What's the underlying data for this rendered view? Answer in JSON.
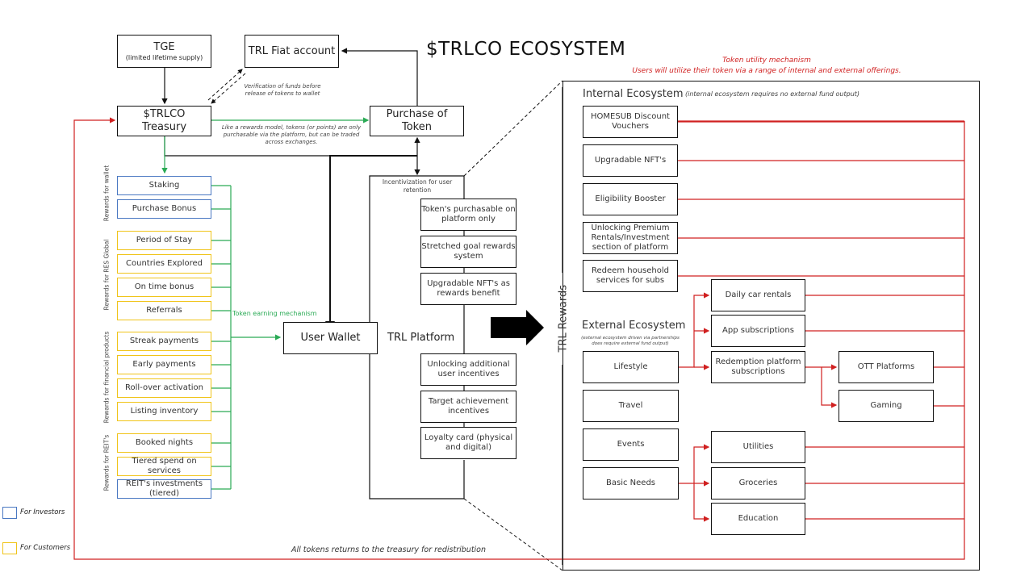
{
  "title": "$TRLCO ECOSYSTEM",
  "colors": {
    "investor": "#4a78c2",
    "customer": "#f0c419",
    "earning": "#2aaa55",
    "utility": "#d02020",
    "line": "#111111"
  },
  "top": {
    "tge": {
      "title": "TGE",
      "subtitle": "(limited lifetime supply)"
    },
    "fiat": "TRL Fiat account",
    "treasury": {
      "line1": "$TRLCO",
      "line2": "Treasury"
    },
    "purchase": {
      "line1": "Purchase of",
      "line2": "Token"
    },
    "verification_note": "Verification of funds before release of tokens to wallet",
    "rewards_note": "Like a rewards model, tokens (or points) are only purchasable via the platform, but can be traded across exchanges."
  },
  "earning": {
    "mechanism_label": "Token earning mechanism",
    "groups": [
      {
        "label": "Rewards for wallet",
        "items": [
          {
            "label": "Staking",
            "type": "investor"
          },
          {
            "label": "Purchase Bonus",
            "type": "investor"
          }
        ]
      },
      {
        "label": "Rewards for RES Global",
        "items": [
          {
            "label": "Period of Stay",
            "type": "customer"
          },
          {
            "label": "Countries Explored",
            "type": "customer"
          },
          {
            "label": "On time bonus",
            "type": "customer"
          },
          {
            "label": "Referrals",
            "type": "customer"
          }
        ]
      },
      {
        "label": "Rewards for financial products",
        "items": [
          {
            "label": "Streak payments",
            "type": "customer"
          },
          {
            "label": "Early payments",
            "type": "customer"
          },
          {
            "label": "Roll-over activation",
            "type": "customer"
          },
          {
            "label": "Listing inventory",
            "type": "customer"
          }
        ]
      },
      {
        "label": "Rewards for REIT's",
        "items": [
          {
            "label": "Booked nights",
            "type": "customer"
          },
          {
            "label": "Tiered spend on services",
            "type": "customer"
          },
          {
            "label": "REIT's investments (tiered)",
            "type": "investor"
          }
        ]
      }
    ]
  },
  "wallet": "User Wallet",
  "platform": {
    "label": "TRL Platform",
    "retention_label": "Incentivization for user retention",
    "items": [
      "Token's purchasable on platform only",
      "Stretched goal rewards system",
      "Upgradable NFT's as rewards benefit",
      "Unlocking additional user incentives",
      "Target achievement incentives",
      "Loyalty card (physical and digital)"
    ]
  },
  "rewards": {
    "vertical_label": "TRL Rewards",
    "utility_title": "Token utility mechanism",
    "utility_subtitle": "Users will utilize their token via a range of internal and external offerings.",
    "internal": {
      "title": "Internal Ecosystem",
      "note": "(internal ecosystem requires no external fund output)",
      "items": [
        "HOMESUB Discount Vouchers",
        "Upgradable NFT's",
        "Eligibility Booster",
        "Unlocking Premium Rentals/Investment section of platform",
        "Redeem household services for subs"
      ]
    },
    "external": {
      "title": "External Ecosystem",
      "note": "(external ecosystem driven via partnerships does require external fund output)",
      "items": [
        "Lifestyle",
        "Travel",
        "Events",
        "Basic Needs"
      ],
      "lifestyle_children": [
        "Daily car rentals",
        "App subscriptions",
        "Redemption platform subscriptions"
      ],
      "redemption_children": [
        "OTT Platforms",
        "Gaming"
      ],
      "basic_needs_children": [
        "Utilities",
        "Groceries",
        "Education"
      ]
    }
  },
  "return_note": "All tokens returns to the treasury for redistribution",
  "legend": [
    {
      "label": "For Investors",
      "type": "investor"
    },
    {
      "label": "For Customers",
      "type": "customer"
    }
  ]
}
